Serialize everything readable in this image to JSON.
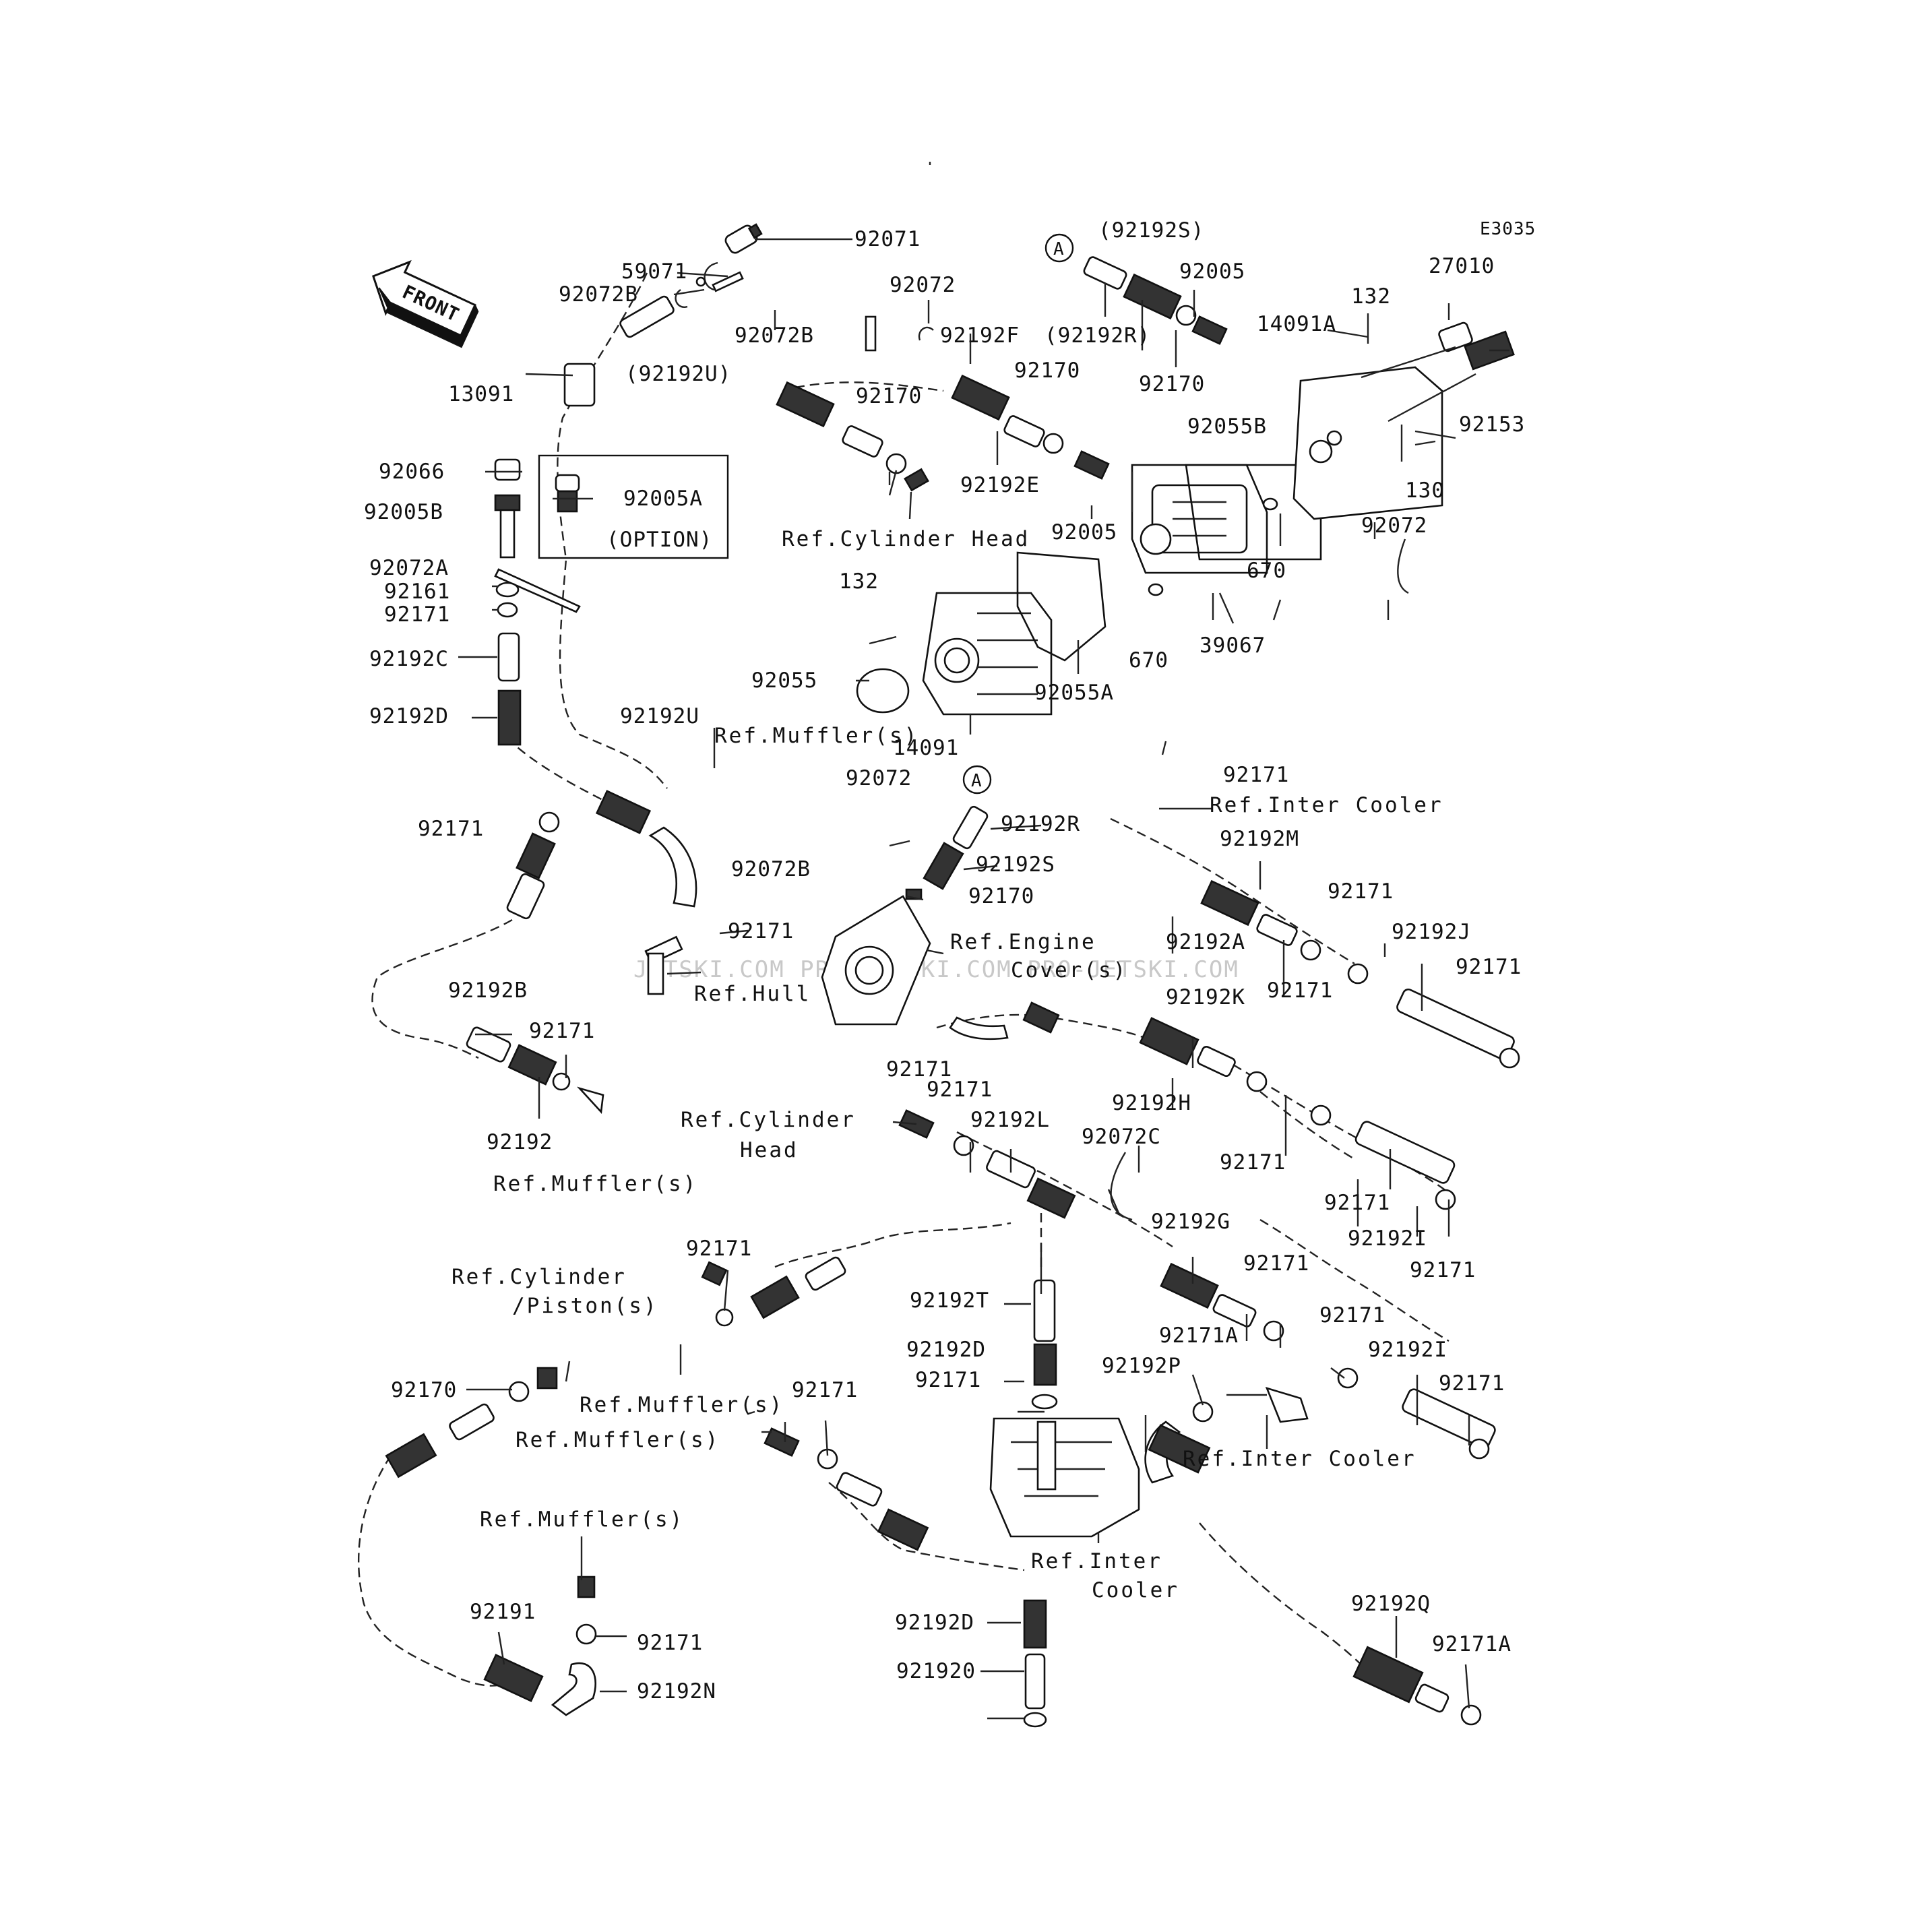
{
  "diagram_code": "E3035",
  "front_label": "FRONT",
  "watermark": "JETSKI.COM  PRO-JETSKI.COM  PRO-JETSKI.COM",
  "option_box_label": "(OPTION)",
  "marker_letter": "A",
  "labels": {
    "p92071": "92071",
    "p59071": "59071",
    "p92072B_a": "92072B",
    "p92072B_b": "92072B",
    "p92072": "92072",
    "p92192F": "92192F",
    "p92192S_paren": "(92192S)",
    "p92192R_paren": "(92192R)",
    "p92005_a": "92005",
    "p92170_a": "92170",
    "p27010": "27010",
    "p132_a": "132",
    "p14091A": "14091A",
    "p92153": "92153",
    "p92192U_paren": "(92192U)",
    "p13091": "13091",
    "p92170_b": "92170",
    "p92170_c": "92170",
    "p92192E": "92192E",
    "p92055B": "92055B",
    "p130": "130",
    "p92066": "92066",
    "p92005A": "92005A",
    "p92005B": "92005B",
    "ref_cyl_head_1": "Ref.Cylinder Head",
    "p92005_b": "92005",
    "p670_a": "670",
    "p92072_b": "92072",
    "p92072A": "92072A",
    "p92161": "92161",
    "p92171_a": "92171",
    "p132_b": "132",
    "p670_b": "670",
    "p39067": "39067",
    "p92192C": "92192C",
    "p92055": "92055",
    "p92055A": "92055A",
    "p92192D_a": "92192D",
    "p92192U": "92192U",
    "ref_muffler_1": "Ref.Muffler(s)",
    "p14091": "14091",
    "p92171_b": "92171",
    "ref_inter_cooler_1": "Ref.Inter Cooler",
    "p92072_c": "92072",
    "p92192R": "92192R",
    "p92192M": "92192M",
    "p92171_c": "92171",
    "p92072B_c": "92072B",
    "p92192S": "92192S",
    "p92171_d": "92171",
    "p92170_d": "92170",
    "p92192A": "92192A",
    "p92192J": "92192J",
    "p92171_e": "92171",
    "ref_engine_cover_1": "Ref.Engine",
    "ref_engine_cover_2": "Cover(s)",
    "p92171_f": "92171",
    "ref_hull": "Ref.Hull",
    "p92192B": "92192B",
    "p92192K": "92192K",
    "p92171_g": "92171",
    "p92171_h": "92171",
    "p92171_i": "92171",
    "p92192H": "92192H",
    "p92192": "92192",
    "ref_cyl_head_2a": "Ref.Cylinder",
    "ref_cyl_head_2b": "Head",
    "p92192L": "92192L",
    "p92072C": "92072C",
    "p92171_j": "92171",
    "ref_muffler_2": "Ref.Muffler(s)",
    "p92171_k": "92171",
    "p92192I_a": "92192I",
    "p92192G": "92192G",
    "p92171_l": "92171",
    "p92171_m": "92171",
    "ref_cyl_piston_1": "Ref.Cylinder",
    "ref_cyl_piston_2": "/Piston(s)",
    "p92192T": "92192T",
    "p92171_n": "92171",
    "p92171A_a": "92171A",
    "p92171_o": "92171",
    "p92192D_b": "92192D",
    "p92192I_b": "92192I",
    "p92171_p": "92171",
    "p92170_e": "92170",
    "p92171_q": "92171",
    "p92192P": "92192P",
    "ref_muffler_3": "Ref.Muffler(s)",
    "p92171_r": "92171",
    "ref_muffler_4": "Ref.Muffler(s)",
    "ref_inter_cooler_2": "Ref.Inter Cooler",
    "ref_muffler_5": "Ref.Muffler(s)",
    "ref_inter_cooler_3a": "Ref.Inter",
    "ref_inter_cooler_3b": "Cooler",
    "p92191": "92191",
    "p92192Q": "92192Q",
    "p92171_s": "92171",
    "p92192D_c": "92192D",
    "p92171A_b": "92171A",
    "p92192N": "92192N",
    "p921920": "921920",
    "p92171_t": "92171"
  }
}
